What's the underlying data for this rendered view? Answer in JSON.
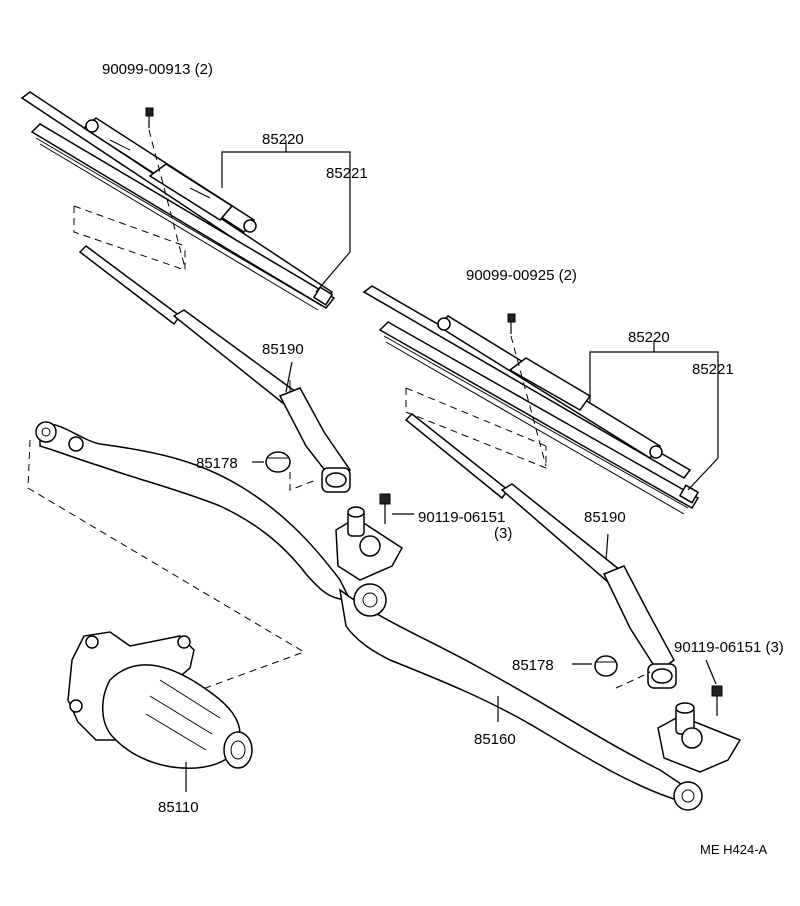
{
  "labels": {
    "screw_left": "90099-00913 (2)",
    "blade_left": "85220",
    "rubber_left": "85221",
    "arm_left": "85190",
    "cap_left": "85178",
    "bolt_left": "90119-06151",
    "bolt_left_qty": "(3)",
    "screw_right": "90099-00925 (2)",
    "blade_right": "85220",
    "rubber_right": "85221",
    "arm_right": "85190",
    "cap_right": "85178",
    "bolt_right": "90119-06151 (3)",
    "link": "85160",
    "motor": "85110",
    "figure_code": "ME  H424-A"
  }
}
